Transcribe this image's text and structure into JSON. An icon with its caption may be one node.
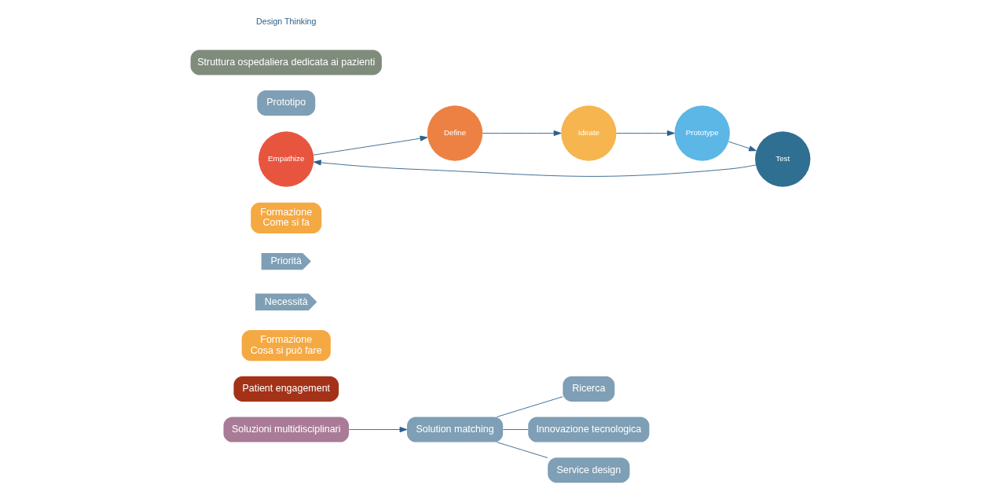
{
  "diagram": {
    "nodes": [
      {
        "text": [
          "Soluzioni multidisciplinari"
        ]
      },
      {
        "text": [
          "Patient engagement"
        ]
      },
      {
        "text": [
          "Formazione",
          "Cosa si può fare"
        ]
      },
      {
        "text": [
          "Necessità"
        ]
      },
      {
        "text": [
          "Priorità"
        ]
      },
      {
        "text": [
          "Solution matching"
        ]
      },
      {
        "text": [
          "Formazione",
          "Come si fa"
        ]
      },
      {
        "text": [
          "Ricerca"
        ]
      },
      {
        "text": [
          "Innovazione tecnologica"
        ]
      },
      {
        "text": [
          "Service design"
        ]
      },
      {
        "text": [
          "Empathize"
        ]
      },
      {
        "text": [
          "Define"
        ]
      },
      {
        "text": [
          "Ideate"
        ]
      },
      {
        "text": [
          "Prototype"
        ]
      },
      {
        "text": [
          "Test"
        ]
      },
      {
        "text": [
          "Prototipo"
        ]
      },
      {
        "text": [
          "Struttura ospedaliera dedicata ai pazienti"
        ]
      }
    ],
    "edges": [
      {
        "from": 0,
        "to": 5,
        "arrow": "to"
      },
      {
        "from": 5,
        "to": 7,
        "arrow": "none"
      },
      {
        "from": 5,
        "to": 8,
        "arrow": "none"
      },
      {
        "from": 5,
        "to": 9,
        "arrow": "none"
      },
      {
        "from": 10,
        "to": 11,
        "arrow": "to"
      },
      {
        "from": 11,
        "to": 12,
        "arrow": "to"
      },
      {
        "from": 12,
        "to": 13,
        "arrow": "to"
      },
      {
        "from": 13,
        "to": 14,
        "arrow": "to"
      },
      {
        "from": 14,
        "to": 10,
        "arrow": "to"
      }
    ],
    "labels": [
      "Design Thinking"
    ]
  }
}
